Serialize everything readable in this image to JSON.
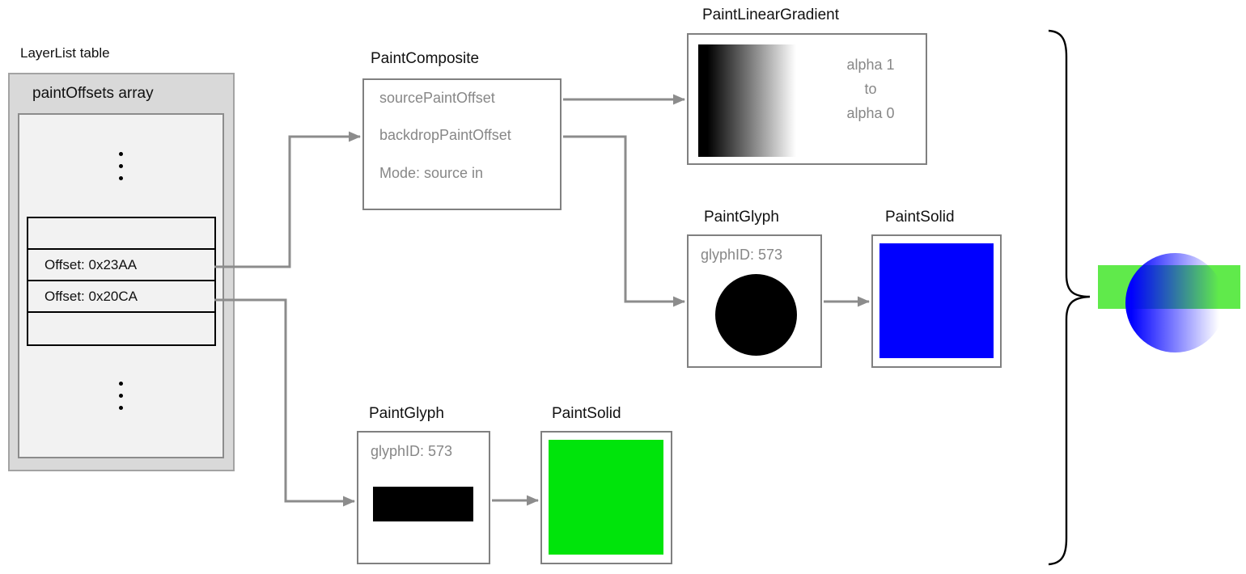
{
  "figure": {
    "layerlist": {
      "title": "LayerList table",
      "array_label": "paintOffsets array",
      "rows": [
        "",
        "Offset: 0x23AA",
        "Offset: 0x20CA",
        ""
      ]
    },
    "paint_composite": {
      "title": "PaintComposite",
      "fields": [
        "sourcePaintOffset",
        "backdropPaintOffset",
        "Mode: source in"
      ]
    },
    "paint_linear_gradient": {
      "title": "PaintLinearGradient",
      "note_lines": [
        "alpha 1",
        "to",
        "alpha 0"
      ],
      "gradient": "black to white, left to right"
    },
    "paint_glyph_circle": {
      "title": "PaintGlyph",
      "glyph_id": "glyphID: 573",
      "shape": "circle"
    },
    "paint_solid_blue": {
      "title": "PaintSolid",
      "color": "#0000ff"
    },
    "paint_glyph_rect": {
      "title": "PaintGlyph",
      "glyph_id": "glyphID: 573",
      "shape": "rectangle"
    },
    "paint_solid_green": {
      "title": "PaintSolid",
      "color": "#00e40b"
    },
    "result": {
      "band_color": "#60ea4b",
      "circle_color": "#0000ff",
      "circle_alpha": "alpha 1 to alpha 0 left to right"
    },
    "colors": {
      "node_border": "#808080",
      "arrow": "#8c8c8c",
      "outer_box_fill": "#d9d9d9",
      "inner_box_fill": "#f2f2f2",
      "gray_text": "#878787",
      "brace": "#000000"
    }
  }
}
